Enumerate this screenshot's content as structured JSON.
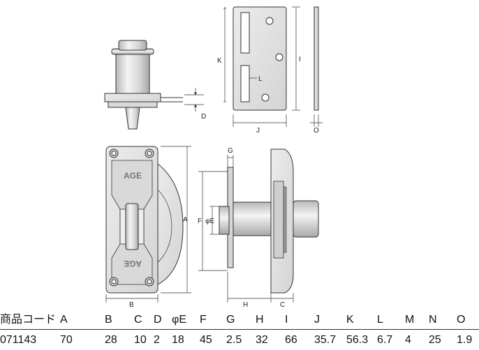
{
  "diagram_labels": {
    "top_left": {
      "d": "D"
    },
    "top_right": {
      "k": "K",
      "l": "L",
      "i": "I",
      "j": "J",
      "o": "O"
    },
    "bottom": {
      "a": "A",
      "b": "B",
      "g": "G",
      "f": "F",
      "phi_e": "φE",
      "h": "H",
      "c": "C"
    },
    "emboss_text": "AGE"
  },
  "spec_table": {
    "headers": [
      "商品コード",
      "A",
      "B",
      "C",
      "D",
      "φE",
      "F",
      "G",
      "H",
      "I",
      "J",
      "K",
      "L",
      "M",
      "N",
      "O"
    ],
    "rows": [
      [
        "071143",
        "70",
        "28",
        "10",
        "2",
        "18",
        "45",
        "2.5",
        "32",
        "66",
        "35.7",
        "56.3",
        "6.7",
        "4",
        "25",
        "1.9"
      ]
    ]
  },
  "colors": {
    "part_fill": "#e2e2e2",
    "line": "#333333",
    "shade": "#bdbdbd"
  }
}
